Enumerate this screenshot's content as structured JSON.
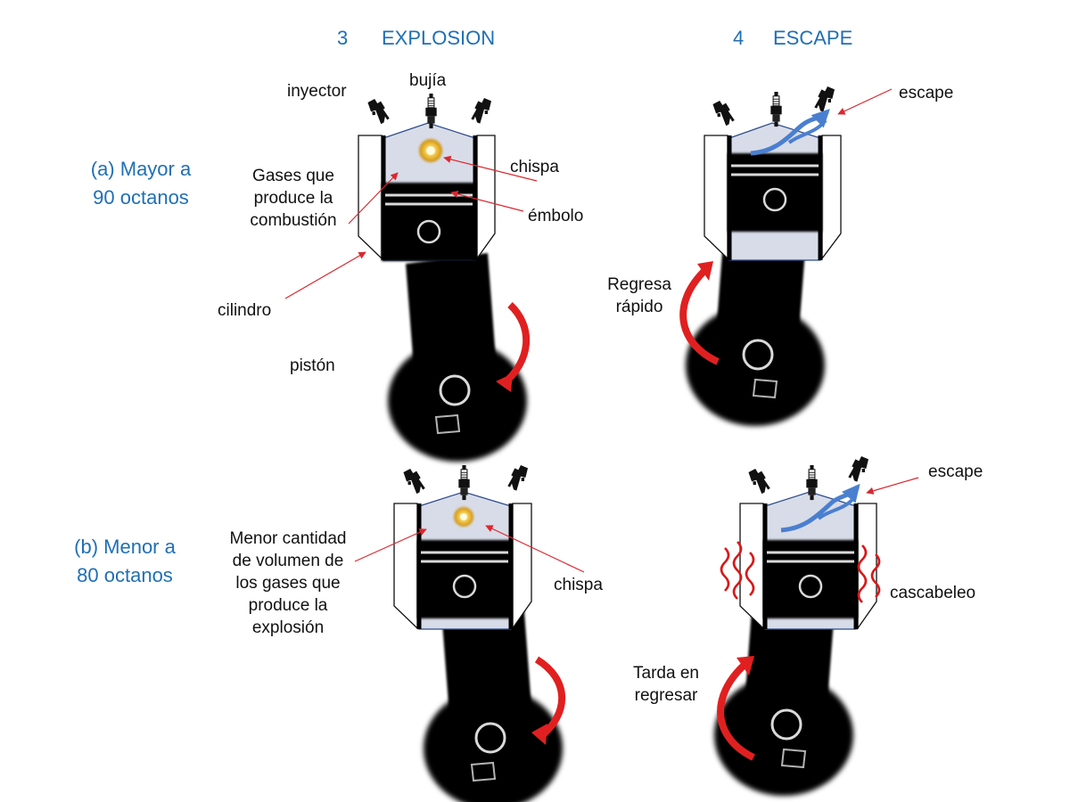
{
  "colors": {
    "heading": "#1F6FB5",
    "text": "#111111",
    "pointer": "#D9282F",
    "motion_arrow": "#E02020",
    "exhaust_arrow": "#4A7FD0",
    "chamber_fill": "#D8DCE8",
    "metal": "#111111",
    "spark": "#F2C33A"
  },
  "headings": {
    "explosion_num": "3",
    "explosion_title": "EXPLOSION",
    "escape_num": "4",
    "escape_title": "ESCAPE"
  },
  "rows": {
    "a_line1": "(a) Mayor a",
    "a_line2": "90 octanos",
    "b_line1": "(b) Menor a",
    "b_line2": "80 octanos"
  },
  "labels": {
    "inyector": "inyector",
    "bujia": "bujía",
    "gases_1": "Gases que",
    "gases_2": "produce la",
    "gases_3": "combustión",
    "chispa_top": "chispa",
    "embolo": "émbolo",
    "cilindro": "cilindro",
    "piston": "pistón",
    "escape_top": "escape",
    "regresa_1": "Regresa",
    "regresa_2": "rápido",
    "menor_1": "Menor cantidad",
    "menor_2": "de volumen de",
    "menor_3": "los gases que",
    "menor_4": "produce la",
    "menor_5": "explosión",
    "chispa_bottom": "chispa",
    "escape_bottom": "escape",
    "cascabeleo": "cascabeleo",
    "tarda_1": "Tarda en",
    "tarda_2": "regresar"
  },
  "icons": {
    "injector": "injector-icon",
    "spark_plug": "spark-plug-icon",
    "spark": "spark-icon",
    "exhaust": "exhaust-flow-icon",
    "rotation": "rotation-arrow-icon",
    "knock": "knock-vibration-icon"
  }
}
